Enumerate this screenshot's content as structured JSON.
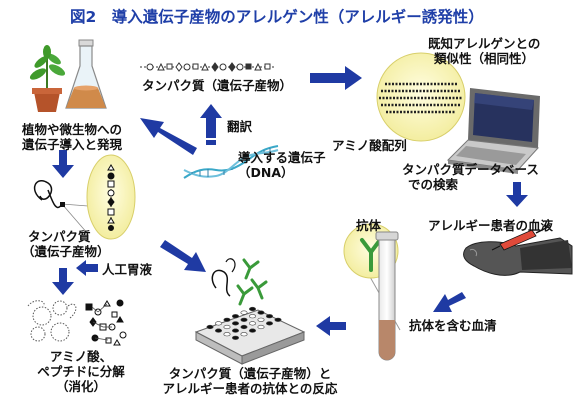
{
  "title": "図2　導入遺伝子産物のアレルゲン性（アレルギー誘発性）",
  "labels": {
    "plant_expression": [
      "植物や微生物への",
      "遺伝子導入と発現"
    ],
    "protein_top": "タンパク質（遺伝子産物）",
    "translation": "翻訳",
    "introduced_gene": [
      "導入する遺伝子",
      "（DNA）"
    ],
    "similarity": [
      "既知アレルゲンとの",
      "類似性（相同性）"
    ],
    "amino_seq": "アミノ酸配列",
    "database_search": [
      "タンパク質データベース",
      "での検索"
    ],
    "protein_left": [
      "タンパク質",
      "（遺伝子産物）"
    ],
    "artificial_gastric": "人工胃液",
    "antibody": "抗体",
    "patient_serum": "アレルギー患者の血液",
    "antibody_serum": "抗体を含む血清",
    "digestion": [
      "アミノ酸、",
      "ペプチドに分解",
      "（消化）"
    ],
    "reaction": [
      "タンパク質（遺伝子産物）と",
      "アレルギー患者の抗体との反応"
    ]
  },
  "colors": {
    "arrow": "#1f3aa3",
    "title": "#1f3fa8",
    "bubble": "#fbf7bd",
    "dna": "#3aa8c8",
    "antibody": "#3a9a3a",
    "serum": "#b8876a"
  },
  "icons": [
    "plant-icon",
    "flask-icon",
    "dna-helix-icon",
    "magnifier-sequence-icon",
    "laptop-icon",
    "arm-syringe-icon",
    "test-tube-icon",
    "antibody-icon",
    "reaction-plate-icon",
    "protein-chain-icon",
    "peptide-fragments-icon"
  ]
}
